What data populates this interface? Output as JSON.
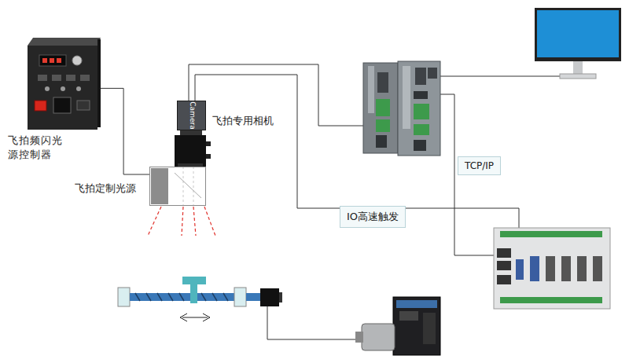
{
  "diagram": {
    "nodes": [
      {
        "text": [
          "飞拍频闪光源控制器"
        ]
      },
      {
        "text": [
          "Camera",
          "飞拍专用相机"
        ]
      },
      {
        "text": [
          "飞拍定制光源"
        ]
      }
    ],
    "edges": [
      {
        "from": 0,
        "to": 2,
        "arrow": "none"
      }
    ],
    "labels": [
      "TCP/IP",
      "IO高速触发"
    ]
  }
}
